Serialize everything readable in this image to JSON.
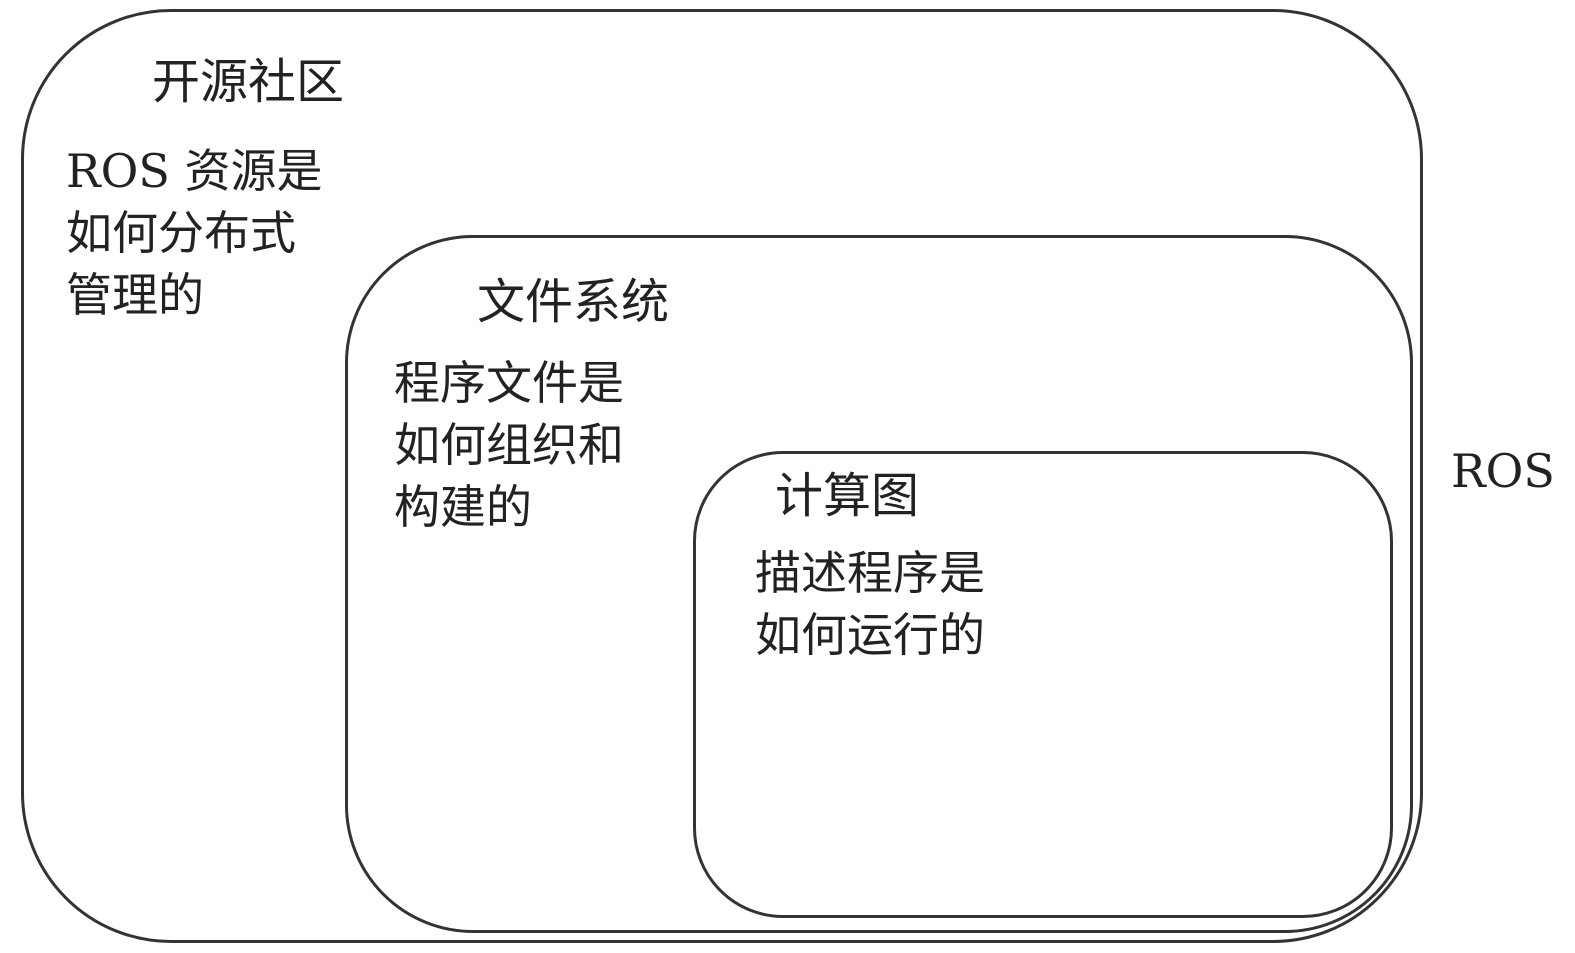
{
  "outer": {
    "title": "开源社区",
    "description": [
      "ROS 资源是",
      "如何分布式",
      "管理的"
    ]
  },
  "middle": {
    "title": "文件系统",
    "description": [
      "程序文件是",
      "如何组织和",
      "构建的"
    ]
  },
  "inner": {
    "title": "计算图",
    "description": [
      "描述程序是",
      "如何运行的"
    ]
  },
  "side_label": "ROS",
  "colors": {
    "border": "#333333",
    "text": "#222222",
    "background": "#ffffff"
  }
}
